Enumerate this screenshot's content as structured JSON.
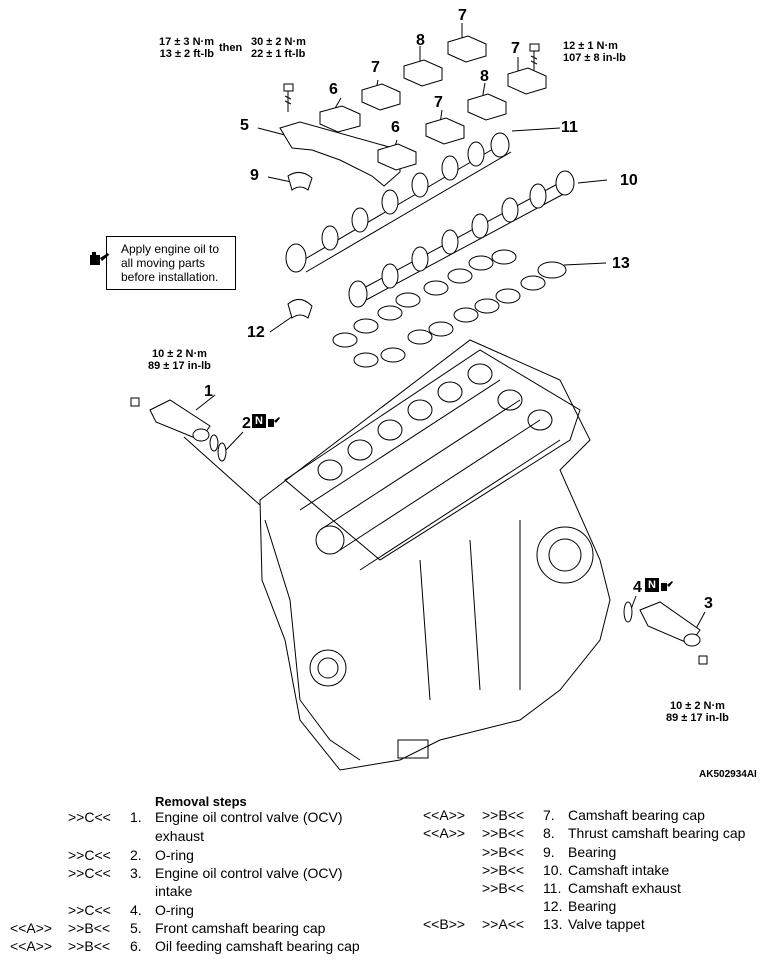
{
  "callouts": [
    "1",
    "2",
    "3",
    "4",
    "5",
    "6",
    "6",
    "7",
    "7",
    "7",
    "7",
    "8",
    "8",
    "9",
    "10",
    "11",
    "12",
    "13"
  ],
  "torques": {
    "top_left_line1": "17 ± 3 N·m",
    "top_left_line2": "13 ± 2 ft-lb",
    "then": "then",
    "top_mid_line1": "30 ± 2 N·m",
    "top_mid_line2": "22 ± 1 ft-lb",
    "top_right_line1": "12 ± 1 N·m",
    "top_right_line2": "107 ± 8 in-lb",
    "ocv_exhaust_line1": "10 ± 2 N·m",
    "ocv_exhaust_line2": "89 ± 17 in-lb",
    "ocv_intake_line1": "10 ± 2 N·m",
    "ocv_intake_line2": "89 ± 17 in-lb"
  },
  "note": {
    "line1": "Apply engine oil to",
    "line2": "all moving parts",
    "line3": "before installation."
  },
  "figure_code": "AK502934AI",
  "removal_title": "Removal steps",
  "steps_left": [
    {
      "pre": "",
      "mark": ">>C<<",
      "num": "1.",
      "text": "Engine oil control valve (OCV)",
      "cont": "exhaust"
    },
    {
      "pre": "",
      "mark": ">>C<<",
      "num": "2.",
      "text": "O-ring",
      "cont": ""
    },
    {
      "pre": "",
      "mark": ">>C<<",
      "num": "3.",
      "text": "Engine oil control valve (OCV)",
      "cont": "intake"
    },
    {
      "pre": "",
      "mark": ">>C<<",
      "num": "4.",
      "text": "O-ring",
      "cont": ""
    },
    {
      "pre": "<<A>>",
      "mark": ">>B<<",
      "num": "5.",
      "text": "Front camshaft bearing cap",
      "cont": ""
    },
    {
      "pre": "<<A>>",
      "mark": ">>B<<",
      "num": "6.",
      "text": "Oil feeding camshaft bearing cap",
      "cont": ""
    }
  ],
  "steps_right": [
    {
      "pre": "<<A>>",
      "mark": ">>B<<",
      "num": "7.",
      "text": "Camshaft bearing cap"
    },
    {
      "pre": "<<A>>",
      "mark": ">>B<<",
      "num": "8.",
      "text": "Thrust camshaft bearing cap"
    },
    {
      "pre": "",
      "mark": ">>B<<",
      "num": "9.",
      "text": "Bearing"
    },
    {
      "pre": "",
      "mark": ">>B<<",
      "num": "10.",
      "text": "Camshaft intake"
    },
    {
      "pre": "",
      "mark": ">>B<<",
      "num": "11.",
      "text": "Camshaft exhaust"
    },
    {
      "pre": "",
      "mark": "",
      "num": "12.",
      "text": "Bearing"
    },
    {
      "pre": "<<B>>",
      "mark": ">>A<<",
      "num": "13.",
      "text": "Valve tappet"
    }
  ]
}
